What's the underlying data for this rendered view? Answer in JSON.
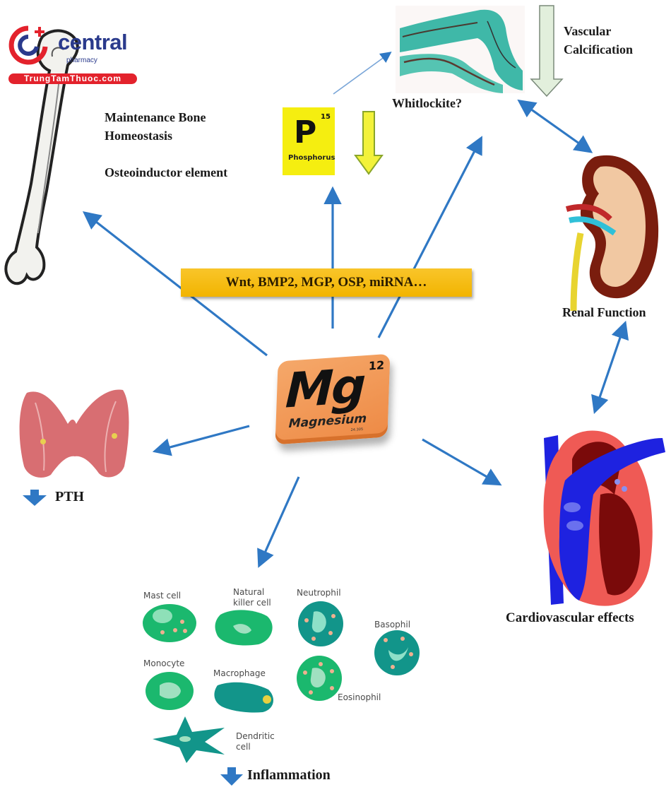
{
  "logo": {
    "brand": "central",
    "tagline": "pharmacy",
    "site": "TrungTamThuoc.com",
    "colors": {
      "red": "#e3222c",
      "blue": "#2a3a8c"
    }
  },
  "bone": {
    "icon": "femur-bone-icon",
    "labels": [
      "Maintenance Bone",
      "Homeostasis",
      "Osteoinductor element"
    ]
  },
  "phosphorus": {
    "symbol": "P",
    "atomic_number": "15",
    "name": "Phosphorus",
    "trend_icon": "down-arrow-icon",
    "color": "#f5ee10"
  },
  "vascular": {
    "image_icon": "calcified-vessel-histology-icon",
    "caption": "Whitlockite?",
    "side_label": [
      "Vascular",
      "Calcification"
    ],
    "trend_icon": "down-arrow-icon"
  },
  "kidney": {
    "icon": "kidney-icon",
    "caption": "Renal Function"
  },
  "banner": {
    "text": "Wnt, BMP2, MGP, OSP, miRNA…",
    "color": "#f6bd16"
  },
  "magnesium": {
    "symbol": "Mg",
    "atomic_number": "12",
    "name": "Magnesium",
    "mass": "24.305",
    "color": "#f09a55"
  },
  "thyroid": {
    "icon": "parathyroid-gland-icon",
    "caption": "PTH",
    "trend": "decrease"
  },
  "heart": {
    "icon": "heart-icon",
    "caption": "Cardiovascular effects"
  },
  "immune": {
    "cells": [
      {
        "label": "Mast cell"
      },
      {
        "label": "Natural killer cell",
        "lines": [
          "Natural",
          "killer cell"
        ]
      },
      {
        "label": "Neutrophil"
      },
      {
        "label": "Basophil"
      },
      {
        "label": "Monocyte"
      },
      {
        "label": "Macrophage"
      },
      {
        "label": "Eosinophil"
      },
      {
        "label": "Dendritic cell",
        "lines": [
          "Dendritic",
          "cell"
        ]
      }
    ],
    "caption": "Inflammation",
    "trend": "decrease"
  },
  "arrow_color": "#2f78c4"
}
